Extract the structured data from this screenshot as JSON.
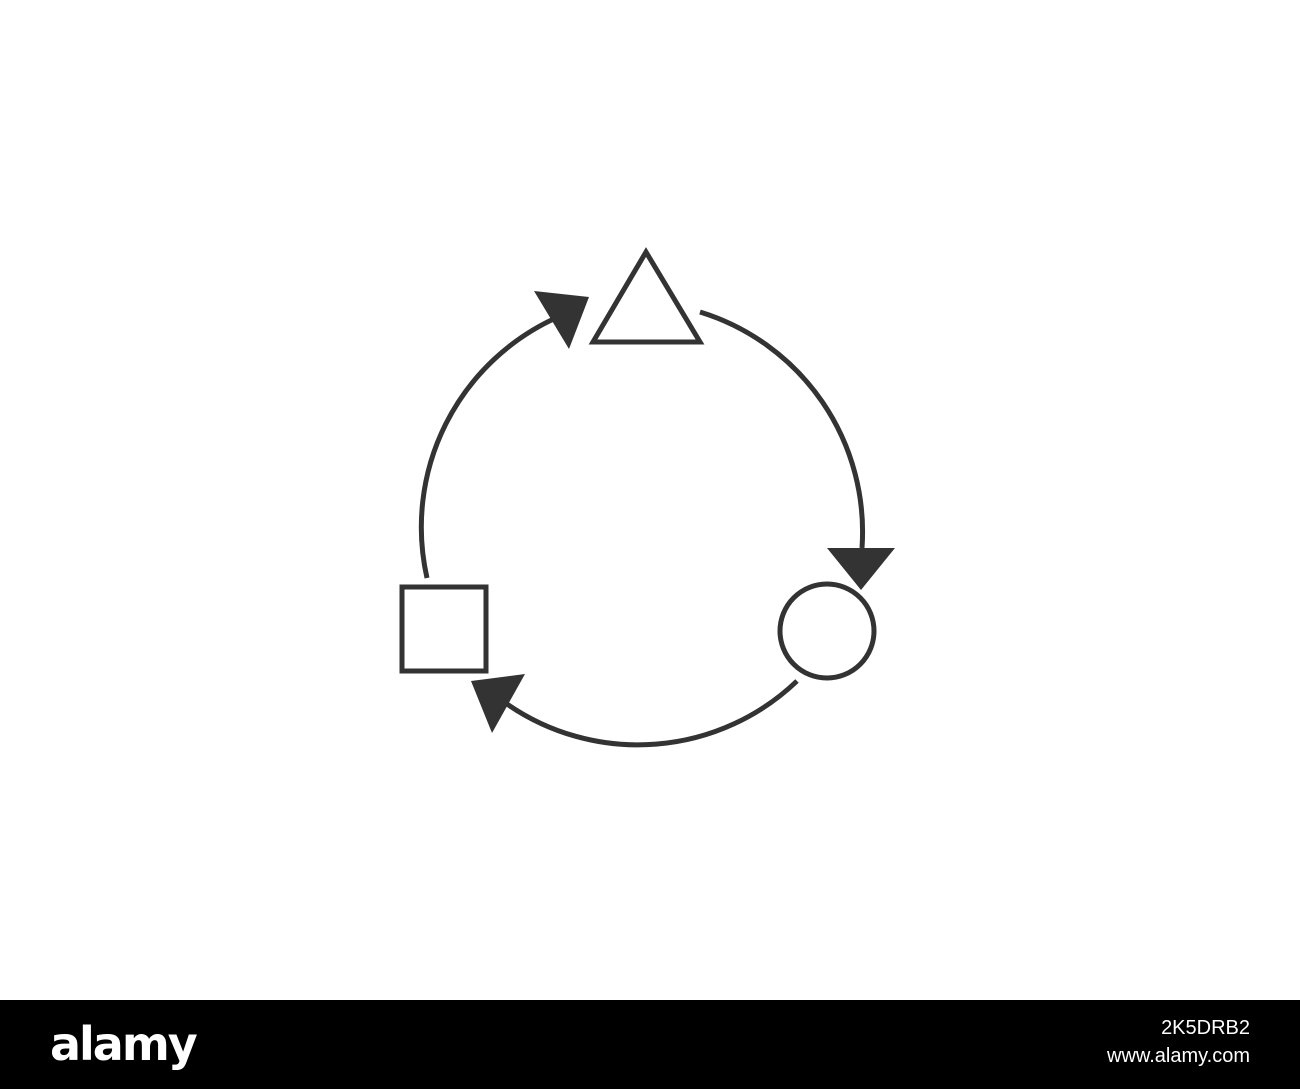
{
  "diagram": {
    "stroke_color": "#333333",
    "fill_color": "#333333",
    "nodes": [
      {
        "name": "triangle-node",
        "shape": "triangle"
      },
      {
        "name": "circle-node",
        "shape": "circle"
      },
      {
        "name": "square-node",
        "shape": "square"
      }
    ],
    "flow": [
      "square-node",
      "triangle-node",
      "circle-node",
      "square-node"
    ],
    "direction": "clockwise"
  },
  "footer": {
    "background": "#000000",
    "logo_text": "alamy",
    "image_id": "2K5DRB2",
    "site": "www.alamy.com"
  }
}
